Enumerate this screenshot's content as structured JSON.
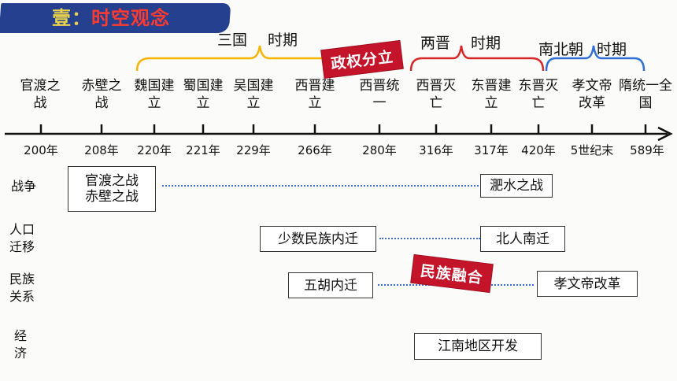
{
  "header": {
    "title_prefix": "壹：",
    "title_main": "时空观念"
  },
  "periods": {
    "three_kingdoms": {
      "name": "三国",
      "suffix": "时期",
      "color": "#f5b400"
    },
    "two_jin": {
      "name": "两晋",
      "suffix": "时期",
      "color": "#d62828"
    },
    "south_north": {
      "name": "南北朝",
      "suffix": "时期",
      "color": "#2f6fd6"
    }
  },
  "stamps": {
    "political": "政权分立",
    "ethnic": "民族融合"
  },
  "events": [
    {
      "label": "官渡之\n战",
      "year": "200年"
    },
    {
      "label": "赤壁之\n战",
      "year": "208年"
    },
    {
      "label": "魏国建\n立",
      "year": "220年"
    },
    {
      "label": "蜀国建\n立",
      "year": "221年"
    },
    {
      "label": "吴国建\n立",
      "year": "229年"
    },
    {
      "label": "西晋建\n立",
      "year": "266年"
    },
    {
      "label": "西晋统\n一",
      "year": "280年"
    },
    {
      "label": "西晋灭\n亡",
      "year": "316年"
    },
    {
      "label": "东晋建\n立",
      "year": "317年"
    },
    {
      "label": "东晋灭\n亡",
      "year": "420年"
    },
    {
      "label": "孝文帝\n改革",
      "year": "5世纪末"
    },
    {
      "label": "隋统一全\n国",
      "year": "589年"
    }
  ],
  "rows": {
    "war": {
      "label": "战争",
      "left_box": "官渡之战\n赤壁之战",
      "right_box": "淝水之战"
    },
    "migration": {
      "label": "人口\n迁移",
      "left_box": "少数民族内迁",
      "right_box": "北人南迁"
    },
    "ethnic": {
      "label": "民族\n关系",
      "left_box": "五胡内迁",
      "right_box": "孝文帝改革"
    },
    "economy": {
      "label": "经\n济",
      "box": "江南地区开发"
    }
  }
}
